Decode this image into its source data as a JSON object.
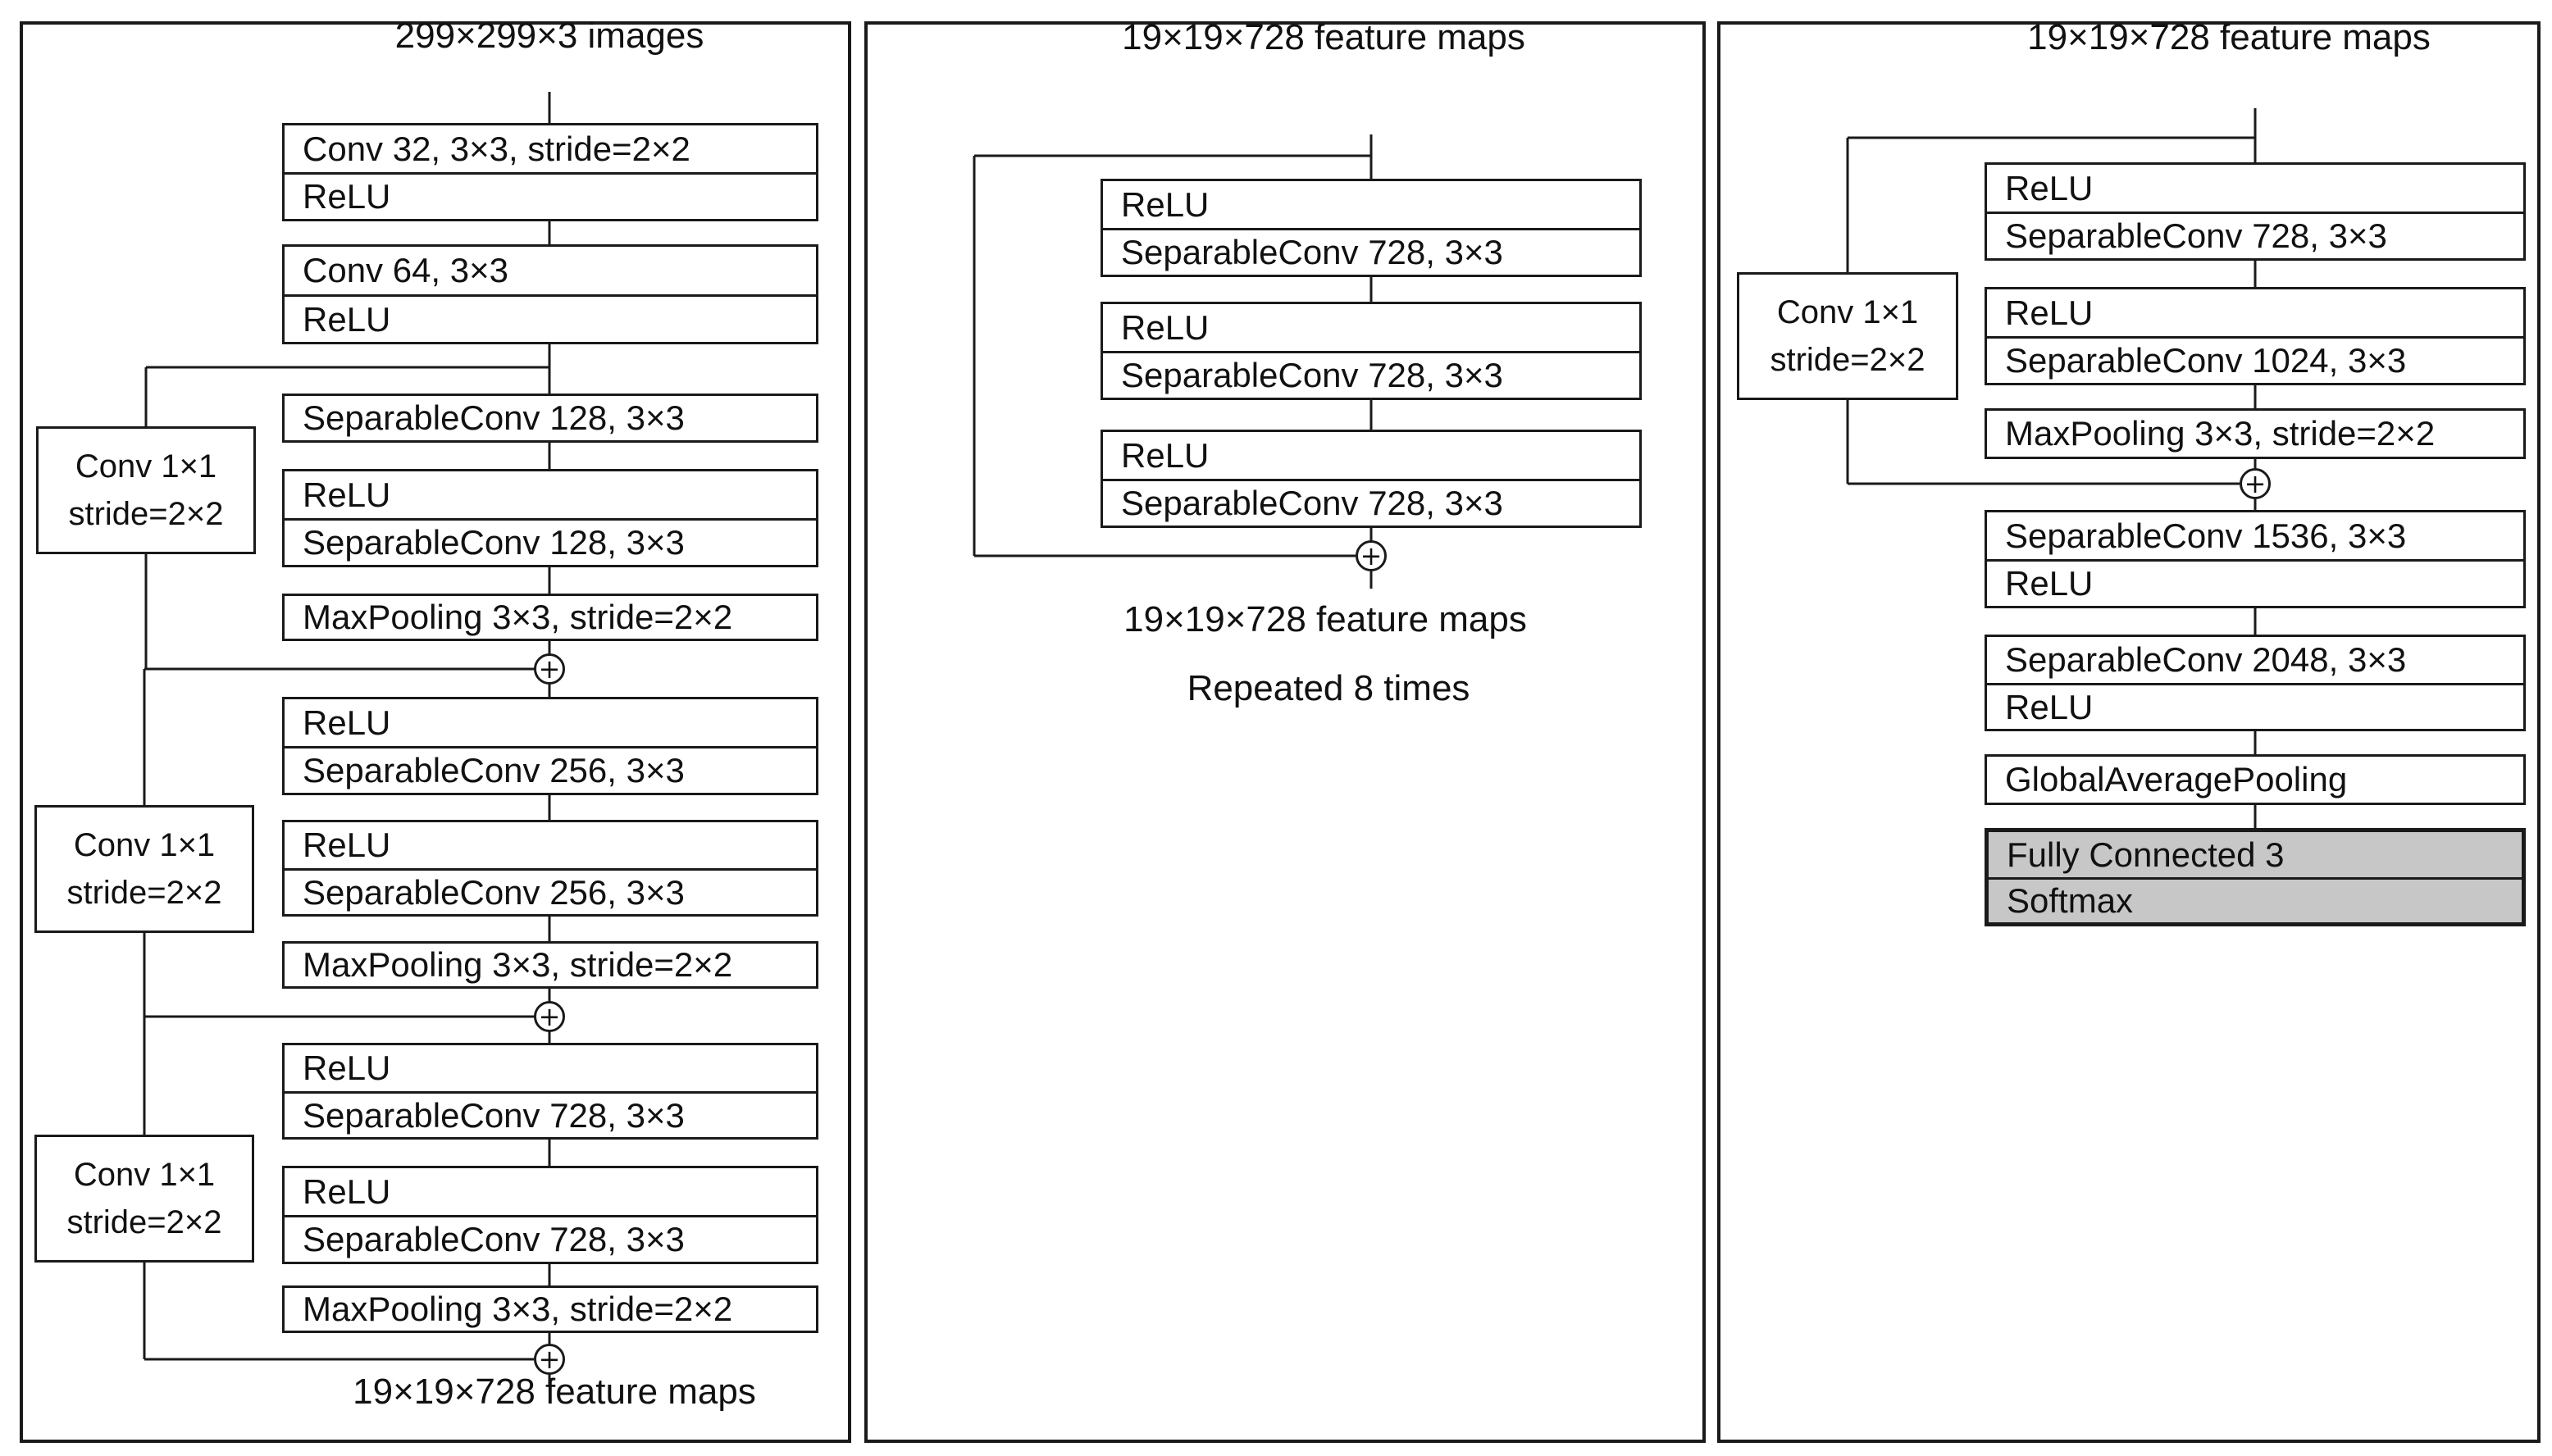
{
  "entry_flow": {
    "input_label": "299×299×3 images",
    "output_label": "19×19×728 feature maps",
    "blocks": [
      [
        "Conv 32, 3×3, stride=2×2",
        "ReLU"
      ],
      [
        "Conv 64, 3×3",
        "ReLU"
      ],
      [
        "SeparableConv 128, 3×3"
      ],
      [
        "ReLU",
        "SeparableConv 128, 3×3"
      ],
      [
        "MaxPooling 3×3, stride=2×2"
      ],
      [
        "ReLU",
        "SeparableConv 256, 3×3"
      ],
      [
        "ReLU",
        "SeparableConv 256, 3×3"
      ],
      [
        "MaxPooling 3×3, stride=2×2"
      ],
      [
        "ReLU",
        "SeparableConv 728, 3×3"
      ],
      [
        "ReLU",
        "SeparableConv 728, 3×3"
      ],
      [
        "MaxPooling 3×3, stride=2×2"
      ]
    ],
    "shortcuts": [
      [
        "Conv 1×1",
        "stride=2×2"
      ],
      [
        "Conv 1×1",
        "stride=2×2"
      ],
      [
        "Conv 1×1",
        "stride=2×2"
      ]
    ],
    "add_symbol": "+"
  },
  "middle_flow": {
    "input_label": "19×19×728 feature maps",
    "output_label": "19×19×728 feature maps",
    "repeat_label": "Repeated 8 times",
    "blocks": [
      [
        "ReLU",
        "SeparableConv 728, 3×3"
      ],
      [
        "ReLU",
        "SeparableConv 728, 3×3"
      ],
      [
        "ReLU",
        "SeparableConv 728, 3×3"
      ]
    ],
    "add_symbol": "+"
  },
  "exit_flow": {
    "input_label": "19×19×728 feature maps",
    "blocks": [
      [
        "ReLU",
        "SeparableConv 728, 3×3"
      ],
      [
        "ReLU",
        "SeparableConv 1024, 3×3"
      ],
      [
        "MaxPooling 3×3, stride=2×2"
      ],
      [
        "SeparableConv 1536, 3×3",
        "ReLU"
      ],
      [
        "SeparableConv 2048, 3×3",
        "ReLU"
      ],
      [
        "GlobalAveragePooling"
      ],
      [
        "Fully Connected 3",
        "Softmax"
      ]
    ],
    "shortcut": [
      "Conv 1×1",
      "stride=2×2"
    ],
    "add_symbol": "+",
    "highlight_color": "#c7c7c7"
  }
}
